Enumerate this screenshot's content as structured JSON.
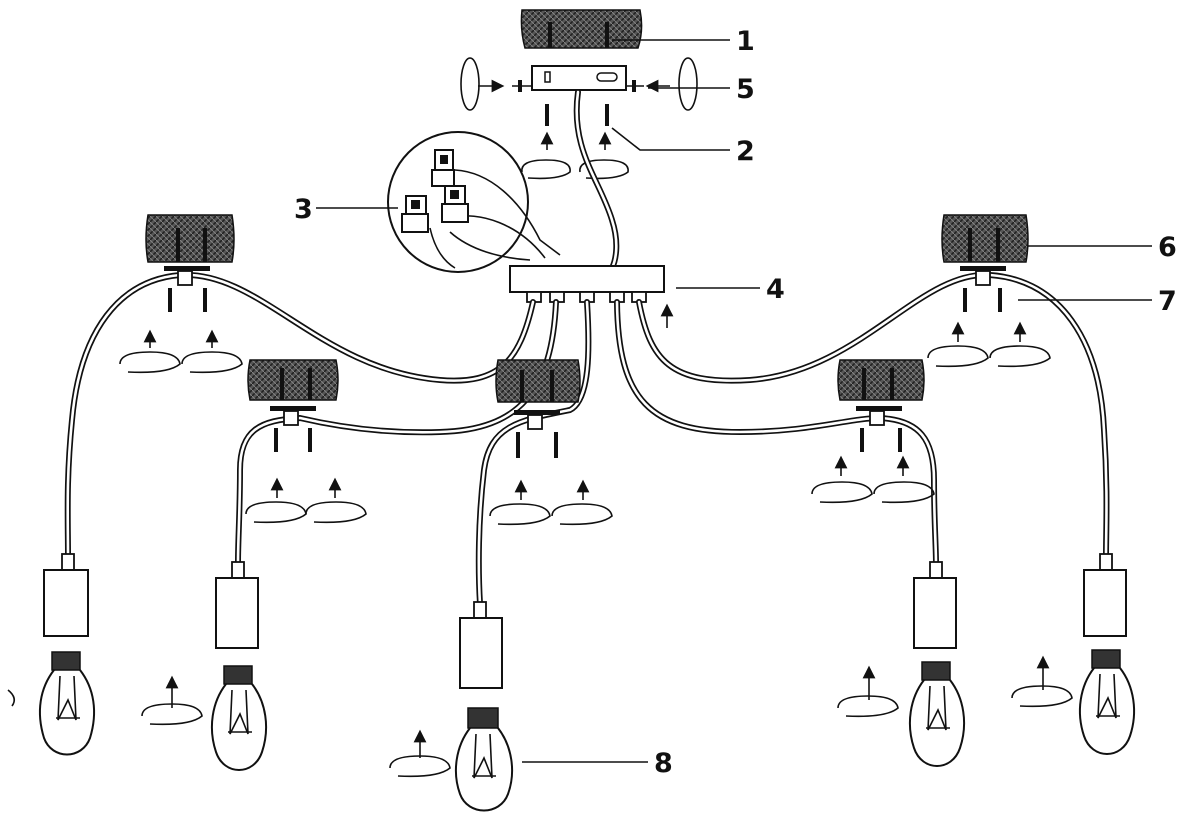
{
  "diagram": {
    "callouts": [
      {
        "id": "1",
        "label": "1"
      },
      {
        "id": "2",
        "label": "2"
      },
      {
        "id": "3",
        "label": "3"
      },
      {
        "id": "4",
        "label": "4"
      },
      {
        "id": "5",
        "label": "5"
      },
      {
        "id": "6",
        "label": "6"
      },
      {
        "id": "7",
        "label": "7"
      },
      {
        "id": "8",
        "label": "8"
      }
    ],
    "pendant_count": 5,
    "ceiling_anchor_count": 5
  }
}
